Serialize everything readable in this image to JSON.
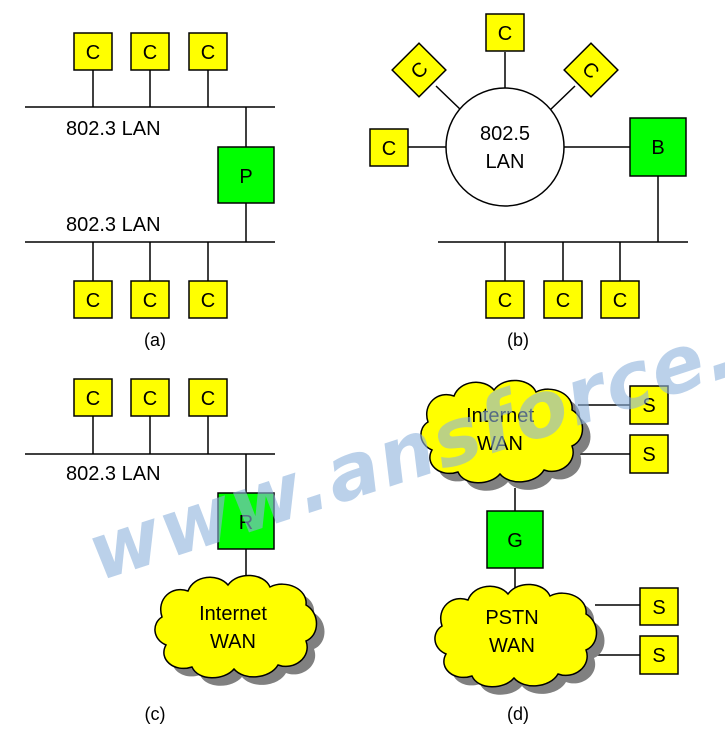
{
  "colors": {
    "client_fill": "#ffff00",
    "device_fill": "#00ff00",
    "cloud_fill": "#ffff00",
    "cloud_shadow": "#808080",
    "line": "#000000",
    "watermark": "#8fb4dd"
  },
  "watermark": "www.ansforce.com",
  "panel_a": {
    "caption": "(a)",
    "lan_top": "802.3 LAN",
    "lan_bottom": "802.3 LAN",
    "top_clients": [
      "C",
      "C",
      "C"
    ],
    "bottom_clients": [
      "C",
      "C",
      "C"
    ],
    "device": "P"
  },
  "panel_b": {
    "caption": "(b)",
    "ring_line1": "802.5",
    "ring_line2": "LAN",
    "ring_clients": [
      "C",
      "C",
      "C",
      "C"
    ],
    "bottom_clients": [
      "C",
      "C",
      "C"
    ],
    "device": "B"
  },
  "panel_c": {
    "caption": "(c)",
    "lan": "802.3 LAN",
    "clients": [
      "C",
      "C",
      "C"
    ],
    "device": "R",
    "cloud_line1": "Internet",
    "cloud_line2": "WAN"
  },
  "panel_d": {
    "caption": "(d)",
    "top_cloud_line1": "Internet",
    "top_cloud_line2": "WAN",
    "bottom_cloud_line1": "PSTN",
    "bottom_cloud_line2": "WAN",
    "device": "G",
    "top_servers": [
      "S",
      "S"
    ],
    "bottom_servers": [
      "S",
      "S"
    ]
  }
}
